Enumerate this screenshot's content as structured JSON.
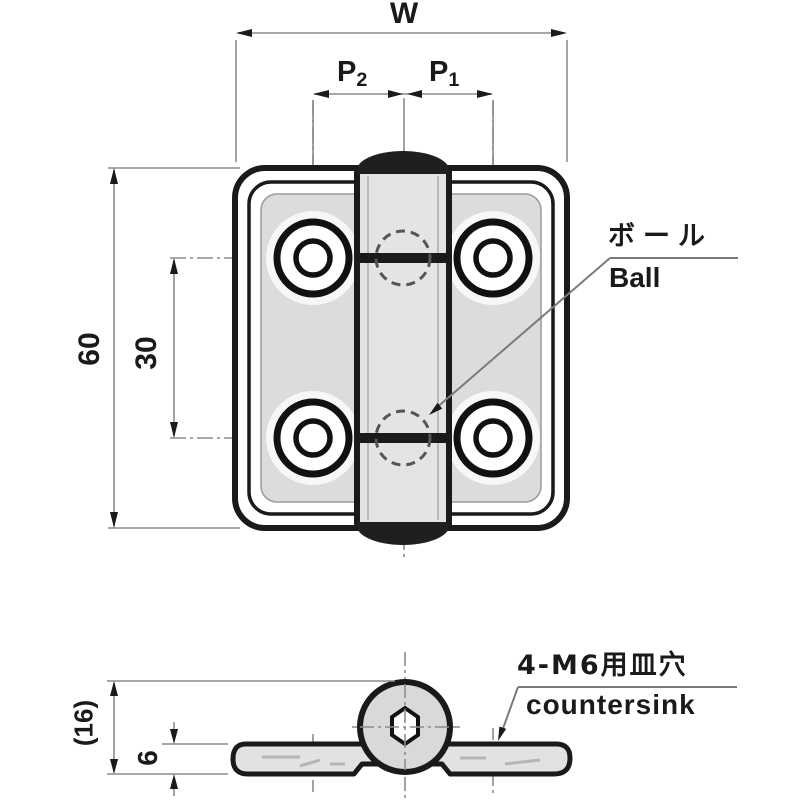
{
  "drawing": {
    "title_hint": "hinge-technical-drawing",
    "top_view": {
      "dim_width_label": "W",
      "pitch_left": {
        "base": "P",
        "sub": "2"
      },
      "pitch_right": {
        "base": "P",
        "sub": "1"
      },
      "dim_height": "60",
      "dim_hole_pitch": "30",
      "ball_label_ja": "ボール",
      "ball_label_en": "Ball"
    },
    "side_view": {
      "dim_total_height": "(16)",
      "dim_leaf_thickness": "6",
      "countersink_label_ja": "4-M6用皿穴",
      "countersink_label_en": "countersink"
    },
    "colors": {
      "line": "#1a1a1a",
      "dim_line": "#8c8c8c",
      "leader_line": "#7a7a7a",
      "panel_fill": "#dcdcdc",
      "barrel_fill": "#e4e4e4",
      "plate_fill": "#e2e2e2",
      "background": "#ffffff"
    }
  }
}
